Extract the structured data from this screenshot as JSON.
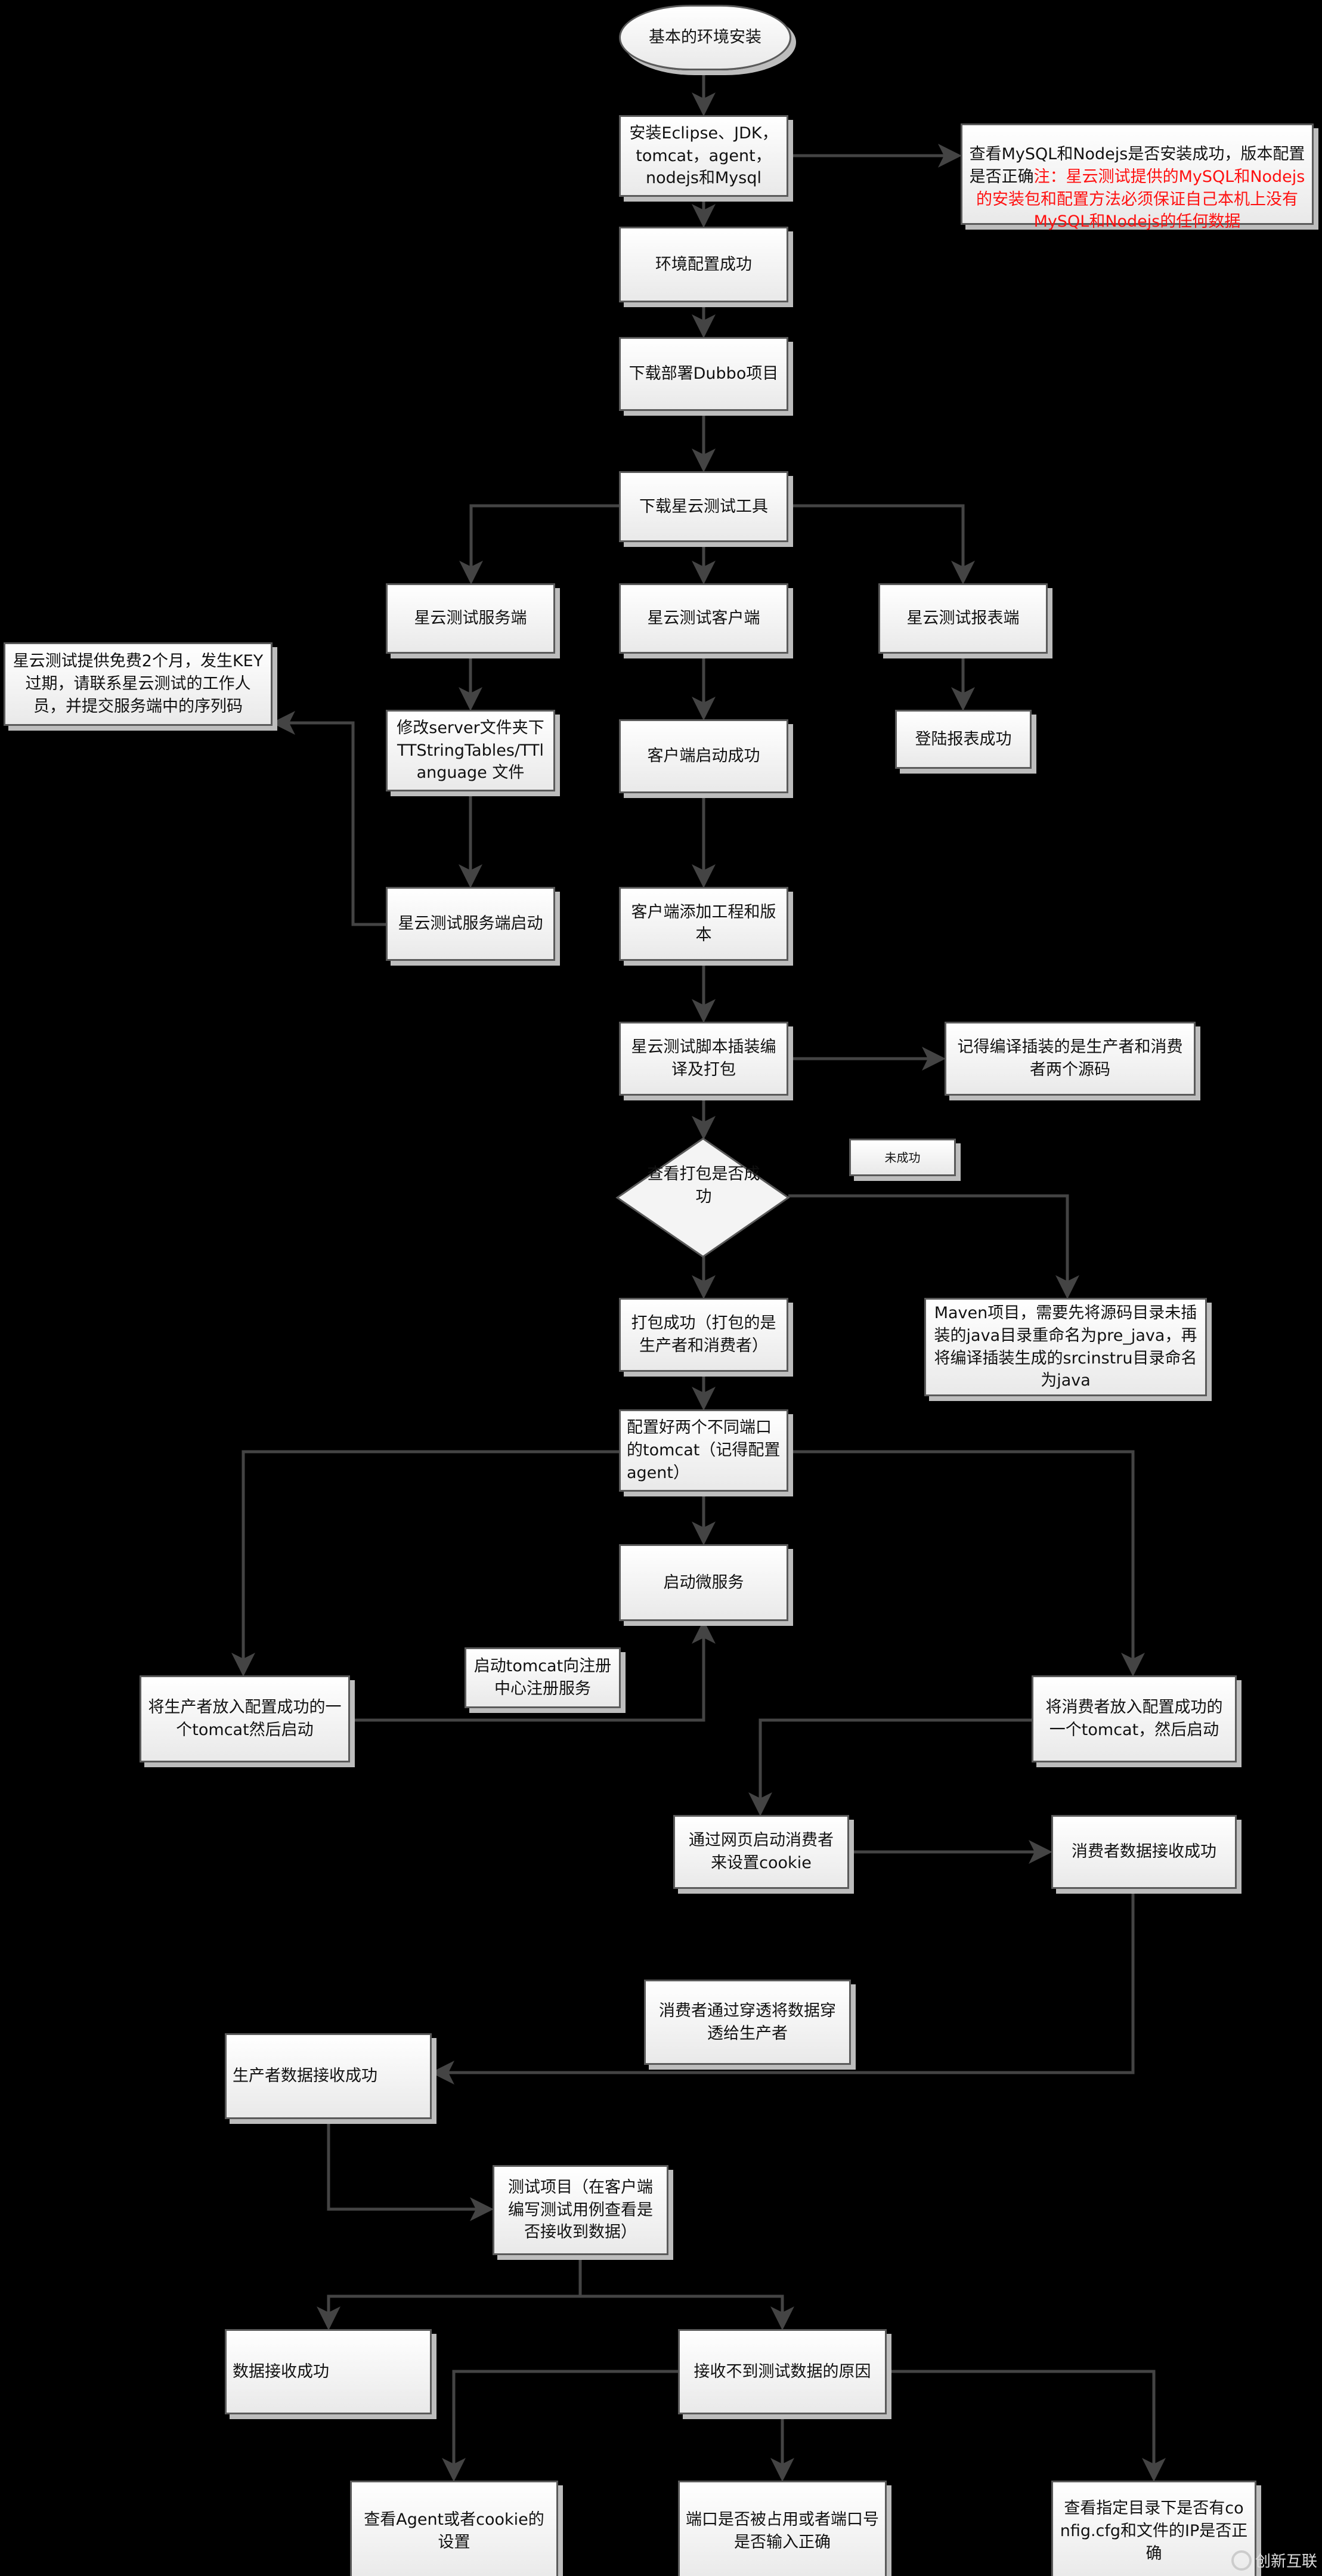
{
  "nodes": {
    "start": "基本的环境安装",
    "install": "安装Eclipse、JDK，tomcat，agent，nodejs和Mysql",
    "note_mysql_black": "查看MySQL和Nodejs是否安装成功，版本配置是否正确",
    "note_mysql_red": "注：星云测试提供的MySQL和Nodejs的安装包和配置方法必须保证自己本机上没有MySQL和Nodejs的任何数据",
    "env_ok": "环境配置成功",
    "dubbo": "下载部署Dubbo项目",
    "download_tool": "下载星云测试工具",
    "server": "星云测试服务端",
    "client": "星云测试客户端",
    "report": "星云测试报表端",
    "key_note": "星云测试提供免费2个月，发生KEY过期，请联系星云测试的工作人员，并提交服务端中的序列码",
    "modify_server": "修改server文件夹下TTStringTables/TTlanguage 文件",
    "report_login": "登陆报表成功",
    "client_ok": "客户端启动成功",
    "server_start": "星云测试服务端启动",
    "add_project": "客户端添加工程和版本",
    "instrument": "星云测试脚本插装编译及打包",
    "remember": "记得编译插装的是生产者和消费者两个源码",
    "check_pack": "查看打包是否成功",
    "not_success": "未成功",
    "maven": "Maven项目，需要先将源码目录未插装的java目录重命名为pre_java，再将编译插装生成的srcinstru目录命名为java",
    "pack_ok": "打包成功（打包的是生产者和消费者）",
    "tomcat_cfg": "配置好两个不同端口的tomcat（记得配置agent）",
    "micro": "启动微服务",
    "reg_note": "启动tomcat向注册中心注册服务",
    "producer": "将生产者放入配置成功的一个tomcat然后启动",
    "consumer": "将消费者放入配置成功的一个tomcat，然后启动",
    "web_cookie": "通过网页启动消费者来设置cookie",
    "consumer_ok": "消费者数据接收成功",
    "penetrate_note": "消费者通过穿透将数据穿透给生产者",
    "producer_ok": "生产者数据接收成功",
    "test_project": "测试项目（在客户端编写测试用例查看是否接收到数据）",
    "data_ok": "数据接收成功",
    "reason": "接收不到测试数据的原因",
    "check_agent": "查看Agent或者cookie的设置",
    "check_port": "端口是否被占用或者端口号是否输入正确",
    "check_dir": "查看指定目录下是否有config.cfg和文件的IP是否正确"
  },
  "watermark": "创新互联",
  "colors": {
    "background": "#000000",
    "line": "#444444",
    "note_red": "#ff1010",
    "box_border": "#5a5a5a"
  }
}
